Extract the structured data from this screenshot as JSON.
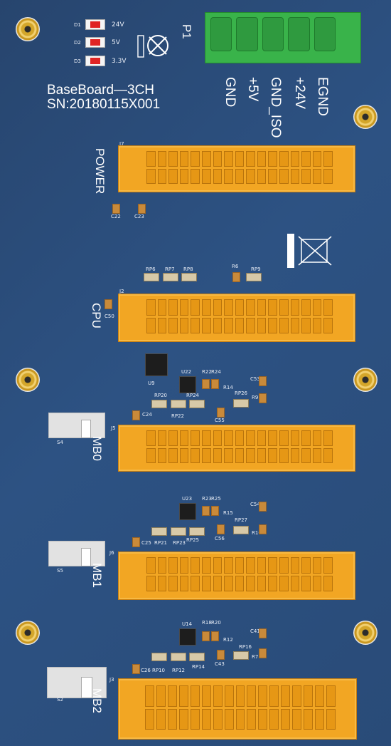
{
  "board": {
    "name": "BaseBoard—3CH",
    "serial": "SN:20180115X001"
  },
  "terminal": {
    "ref": "P1",
    "pins": [
      "GND",
      "+5V",
      "GND_ISO",
      "+24V",
      "EGND"
    ]
  },
  "leds": [
    {
      "ref": "D1",
      "label": "24V"
    },
    {
      "ref": "D2",
      "label": "5V"
    },
    {
      "ref": "D3",
      "label": "3.3V"
    }
  ],
  "connectors": {
    "power": {
      "ref": "J7",
      "label": "POWER"
    },
    "cpu": {
      "ref": "J2",
      "label": "CPU"
    },
    "mb0": {
      "ref": "J5",
      "label": "MB0"
    },
    "mb1": {
      "ref": "J6",
      "label": "MB1"
    },
    "mb2": {
      "ref": "J3",
      "label": "MB2"
    }
  },
  "switches": [
    "S4",
    "S5",
    "S2"
  ],
  "caps": [
    "C22",
    "C23",
    "C50",
    "C24",
    "C53",
    "C55",
    "C25",
    "C54",
    "C56",
    "C26",
    "C41",
    "C43"
  ],
  "resistors": {
    "cpu": [
      "RP6",
      "RP7",
      "RP8",
      "R6",
      "RP9"
    ],
    "mb0": [
      "U22",
      "R22",
      "R24",
      "R14",
      "RP26",
      "R9",
      "RP20",
      "RP24",
      "RP22",
      "U9"
    ],
    "mb1": [
      "U23",
      "R23",
      "R25",
      "R15",
      "RP27",
      "R10",
      "RP21",
      "RP23",
      "RP25"
    ],
    "mb2": [
      "U14",
      "R18",
      "R20",
      "R12",
      "RP16",
      "R7",
      "RP10",
      "RP12",
      "RP14"
    ]
  },
  "colors": {
    "pcb": "#2d5283",
    "connector": "#f2a623",
    "terminal": "#39b34a",
    "led": "#e02424"
  }
}
